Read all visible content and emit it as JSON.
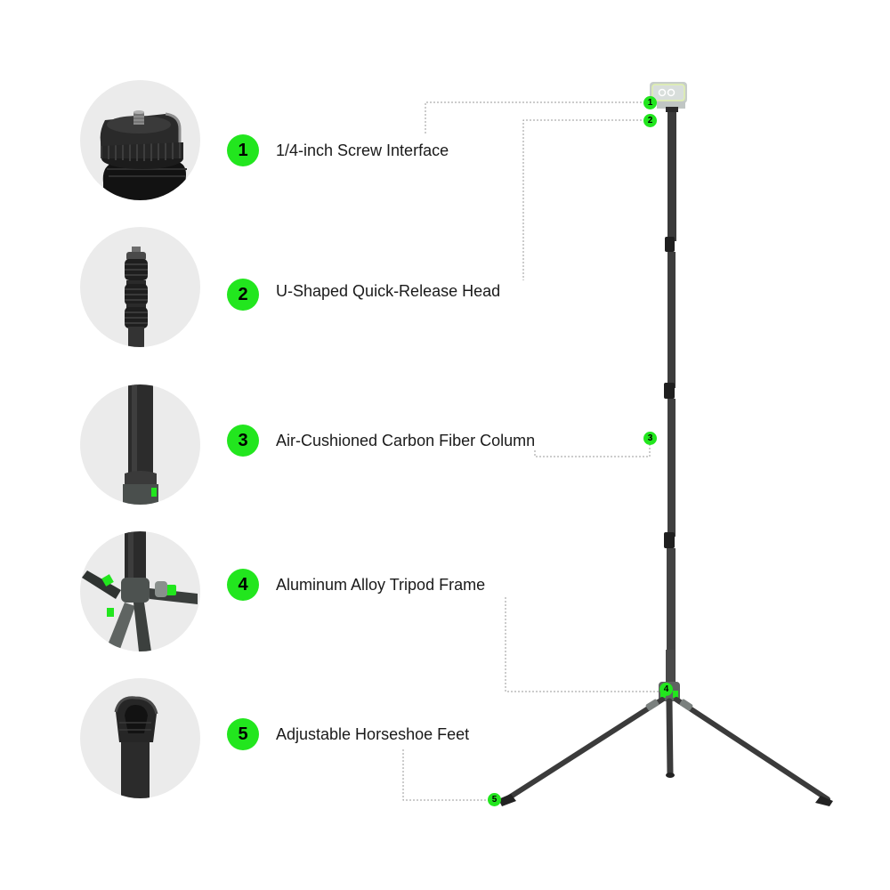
{
  "features": [
    {
      "number": "1",
      "label": "1/4-inch Screw Interface",
      "icon": "screw-interface-icon"
    },
    {
      "number": "2",
      "label": "U-Shaped Quick-Release Head",
      "icon": "quick-release-head-icon"
    },
    {
      "number": "3",
      "label": "Air-Cushioned Carbon Fiber Column",
      "icon": "carbon-column-icon"
    },
    {
      "number": "4",
      "label": "Aluminum Alloy Tripod Frame",
      "icon": "tripod-frame-icon"
    },
    {
      "number": "5",
      "label": "Adjustable Horseshoe Feet",
      "icon": "horseshoe-foot-icon"
    }
  ],
  "markers": [
    "1",
    "2",
    "3",
    "4",
    "5"
  ],
  "colors": {
    "accent": "#22e61e",
    "thumb_background": "#ebebeb",
    "carbon": "#3a3a3a",
    "text": "#1a1a1a"
  }
}
